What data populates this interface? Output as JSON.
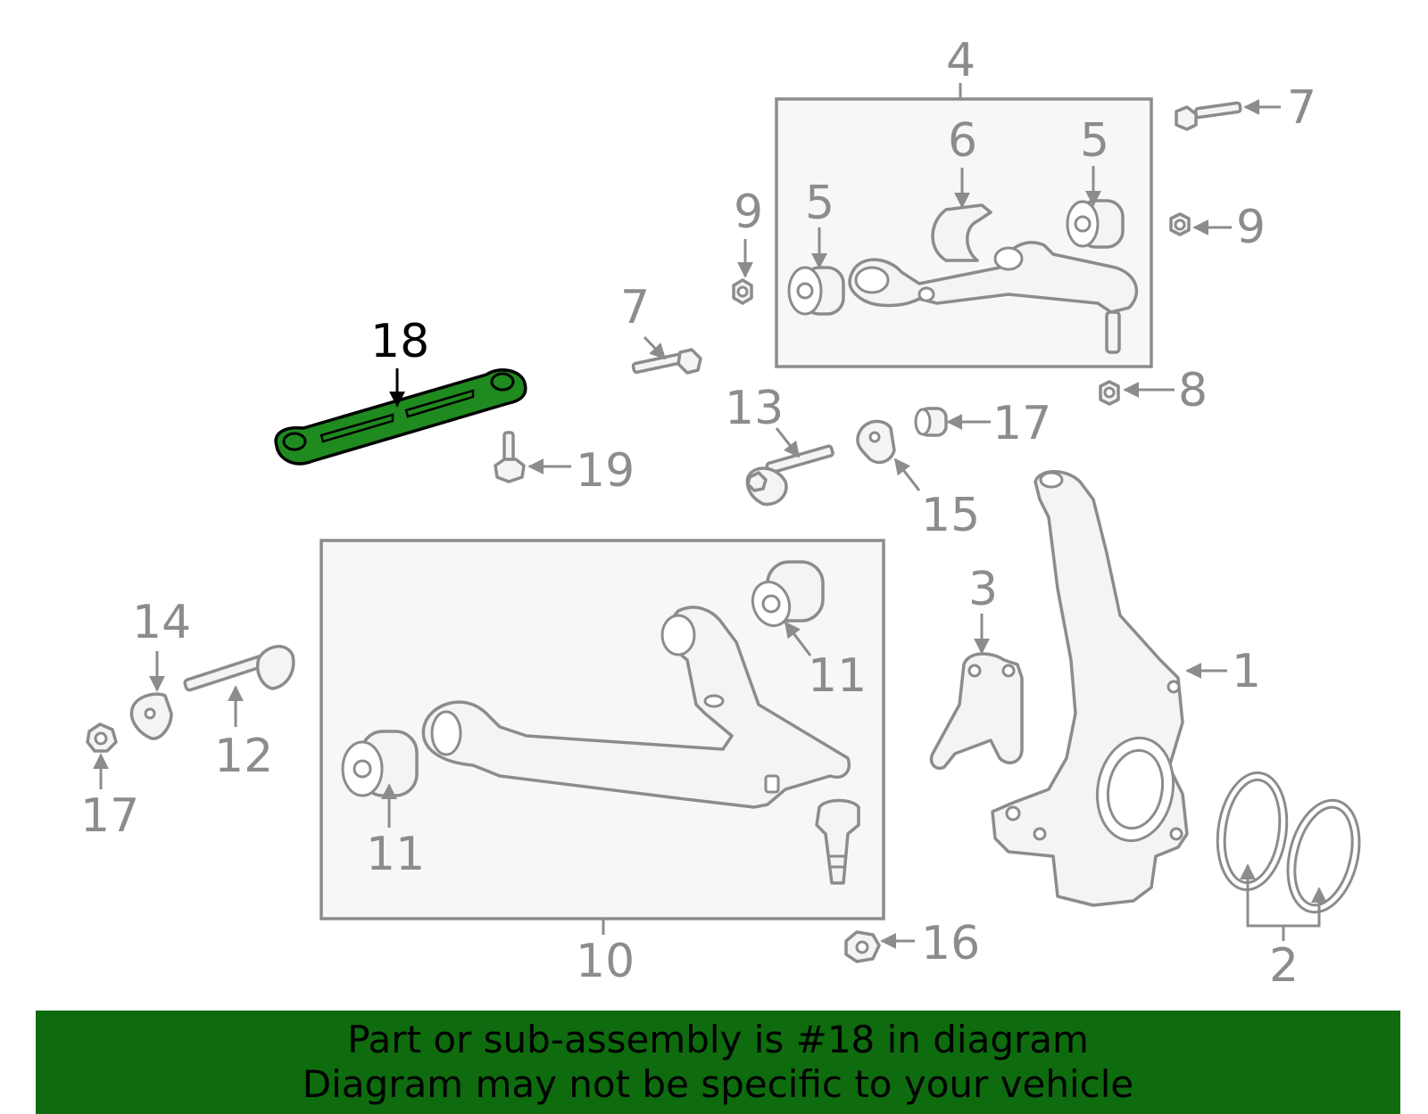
{
  "callouts": {
    "c1": "1",
    "c2": "2",
    "c3": "3",
    "c4": "4",
    "c5a": "5",
    "c5b": "5",
    "c6": "6",
    "c7a": "7",
    "c7b": "7",
    "c8": "8",
    "c9a": "9",
    "c9b": "9",
    "c10": "10",
    "c11a": "11",
    "c11b": "11",
    "c12": "12",
    "c13": "13",
    "c14": "14",
    "c15": "15",
    "c16": "16",
    "c17a": "17",
    "c17b": "17",
    "c18": "18",
    "c19": "19"
  },
  "banner": {
    "line1": "Part or sub-assembly is #18 in diagram",
    "line2": "Diagram may not be specific to your vehicle"
  },
  "colors": {
    "highlight": "#0e6b0e",
    "highlight_part": "#1f8a1f",
    "line": "#8c8c8c",
    "box_fill": "#f7f7f7"
  }
}
